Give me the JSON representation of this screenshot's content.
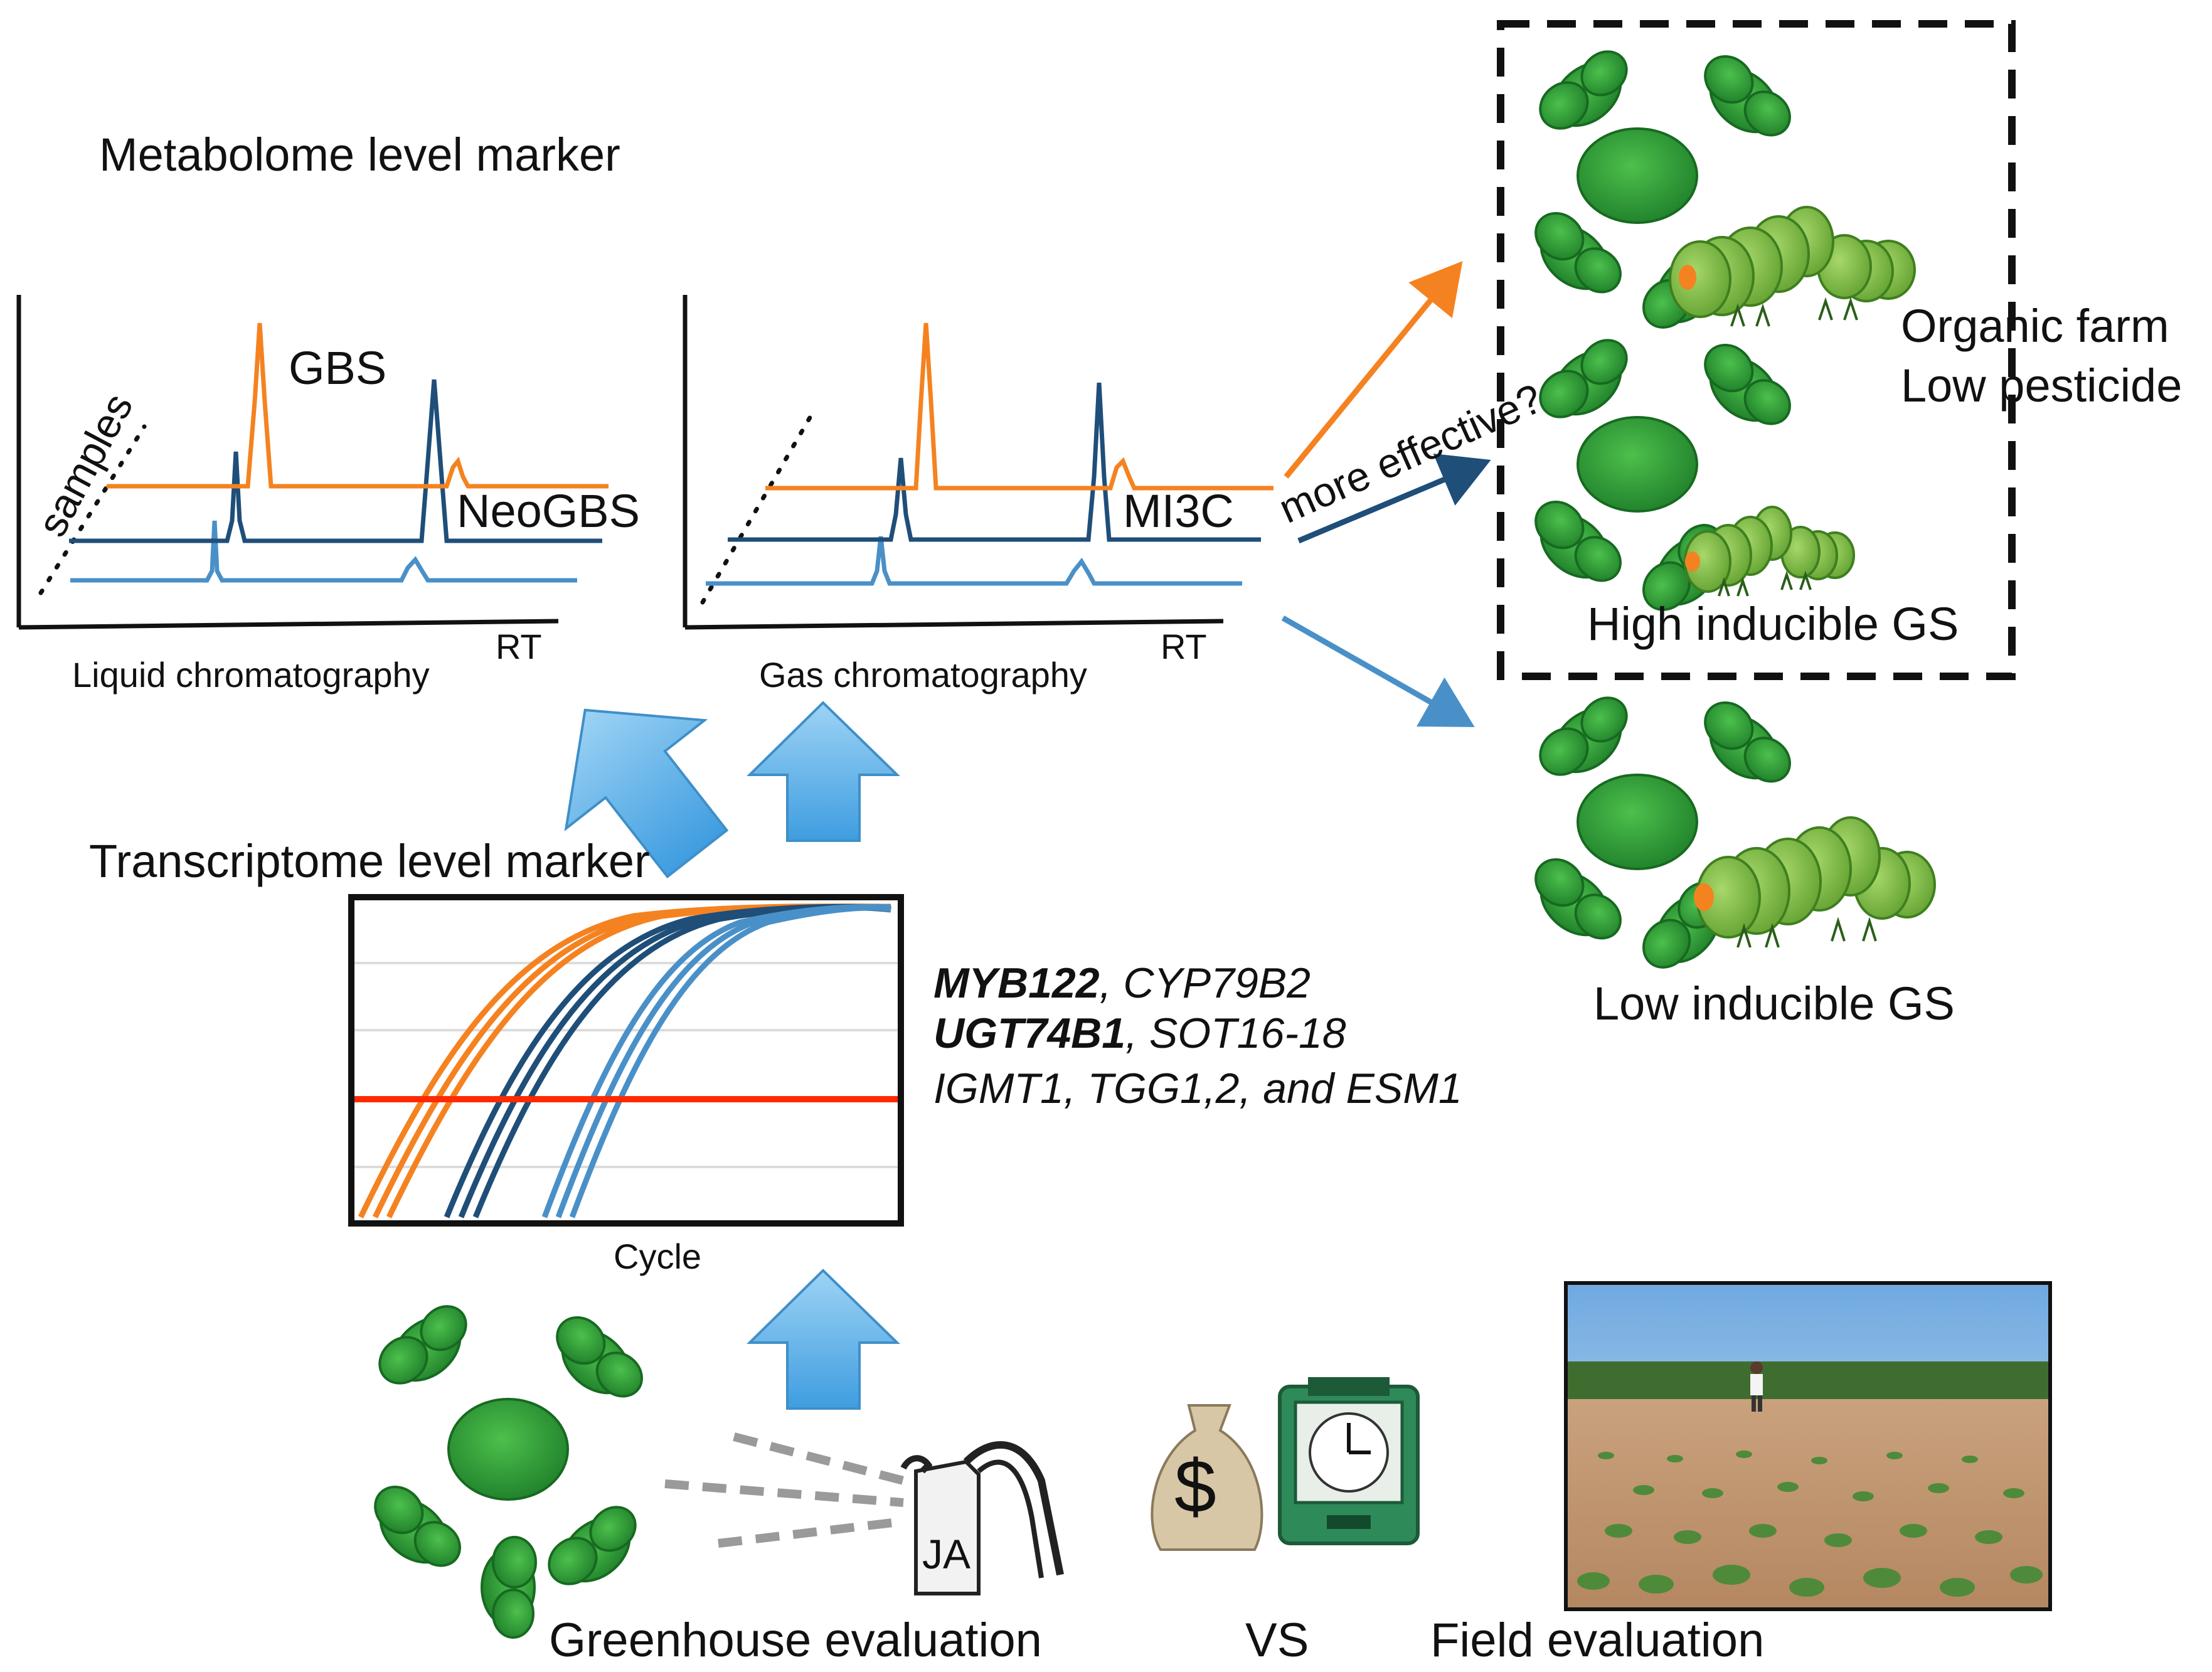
{
  "metabolome_title": "Metabolome level marker",
  "transcriptome_title": "Transcriptome level marker",
  "lc_panel": {
    "peak_label_gbs": "GBS",
    "peak_label_neogbs": "NeoGBS",
    "axis_label_samples": "samples",
    "axis_label_rt": "RT",
    "caption": "Liquid chromatography"
  },
  "gc_panel": {
    "peak_label_mi3c": "MI3C",
    "axis_label_rt": "RT",
    "caption": "Gas chromatography"
  },
  "arrow_label": "more effective?",
  "outcomes": {
    "organic_line1": "Organic farm",
    "organic_line2": "Low pesticide",
    "high_inducible": "High inducible GS",
    "low_inducible": "Low inducible GS"
  },
  "qpcr": {
    "x_label": "Cycle",
    "genes": [
      {
        "name": "MYB122",
        "bold": true
      },
      {
        "name": ", CYP79B2",
        "bold": false
      },
      {
        "name": "UGT74B1",
        "bold": true
      },
      {
        "name": ", SOT16-18",
        "bold": false
      },
      {
        "name": "IGMT1, TGG1,2, and ESM1",
        "bold": false
      }
    ]
  },
  "bottom": {
    "greenhouse": "Greenhouse evaluation",
    "vs": "VS",
    "field": "Field evaluation",
    "sprayer_label": "JA",
    "money_symbol": "$"
  },
  "colors": {
    "orange": "#f58220",
    "dark_blue": "#1f4e79",
    "light_blue": "#4a90c8",
    "red_threshold": "#ff2a00",
    "plant_green": "#2a9a3a",
    "caterpillar_green": "#7fbf3f",
    "big_arrow_blue": "#5aaee8"
  }
}
